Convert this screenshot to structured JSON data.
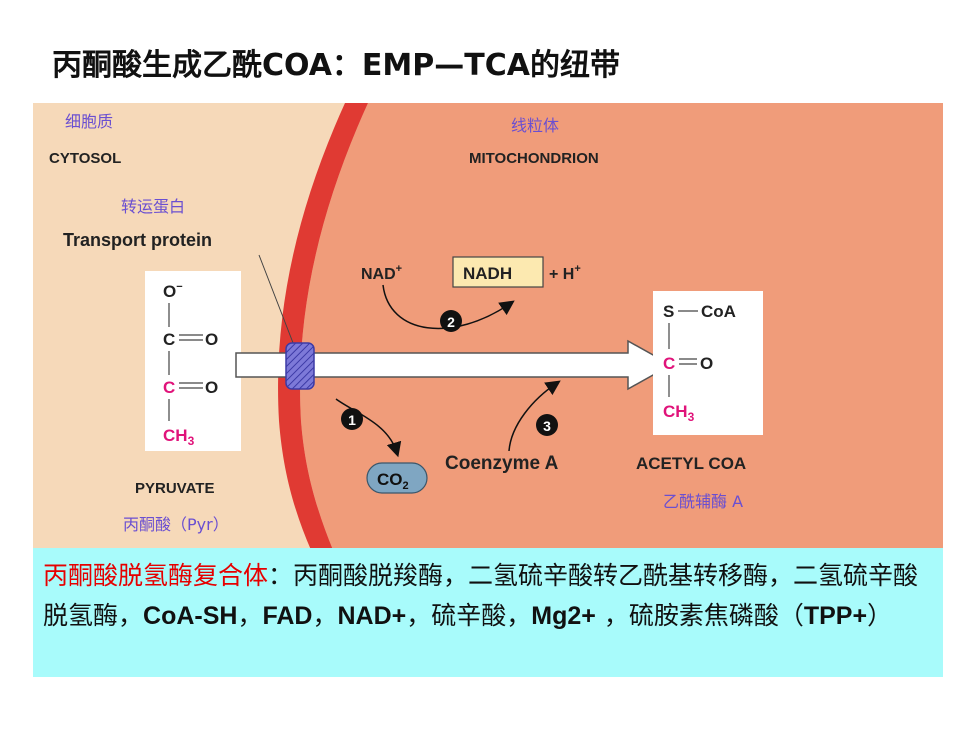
{
  "slide": {
    "title": "丙酮酸生成乙酰COA：EMP—TCA的纽带"
  },
  "diagram": {
    "cytosol_cn": "细胞质",
    "cytosol_en": "CYTOSOL",
    "mito_cn": "线粒体",
    "mito_en": "MITOCHONDRION",
    "transport_cn": "转运蛋白",
    "transport_en": "Transport protein",
    "pyruvate": {
      "o_minus": "O",
      "c1": "C",
      "o1": "O",
      "c2": "C",
      "o2": "O",
      "ch3": "CH",
      "sub3": "3",
      "label_en": "PYRUVATE",
      "label_cn": "丙酮酸（Pyr）"
    },
    "acetyl": {
      "s": "S",
      "coa": "CoA",
      "c": "C",
      "o": "O",
      "ch3": "CH",
      "sub3": "3",
      "label_en": "ACETYL COA",
      "label_cn": "乙酰辅酶 A"
    },
    "nad": "NAD",
    "nad_sup": "+",
    "nadh": "NADH",
    "h_plus": "+ H",
    "h_sup": "+",
    "step1": "1",
    "step2": "2",
    "step3": "3",
    "co2": "CO",
    "co2_sub": "2",
    "coenzyme_a": "Coenzyme A",
    "colors": {
      "cytosol_bg": "#f6d9b9",
      "mito_bg": "#f09c7a",
      "membrane": "#e03a33",
      "accent_pink": "#e0137a",
      "label_purple": "#6a4fd1"
    }
  },
  "caption": {
    "part1": "丙酮酸脱氢酶复合体",
    "part2": "：丙酮酸脱羧酶，二氢硫辛酸转乙酰基转移酶，二氢硫辛酸脱氢酶，",
    "part3": "CoA-SH",
    "part4": "，",
    "part5": "FAD",
    "part6": "，",
    "part7": "NAD+",
    "part8": "，硫辛酸，",
    "part9": "Mg2+",
    "part10": " ，硫胺素焦磷酸（",
    "part11": "TPP+",
    "part12": "）"
  }
}
